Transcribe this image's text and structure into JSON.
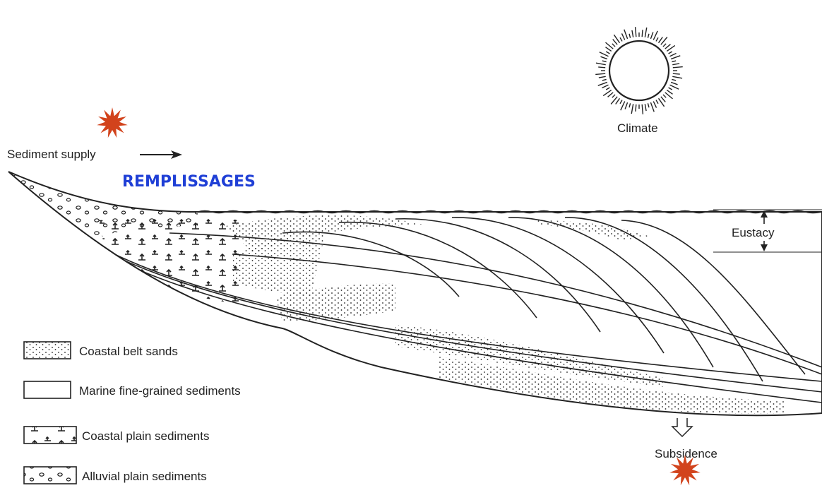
{
  "labels": {
    "climate": "Climate",
    "sediment_supply": "Sediment supply",
    "eustacy": "Eustacy",
    "subsidence": "Subsidence"
  },
  "title": "REMPLISSAGES",
  "legend": [
    {
      "label": "Coastal belt sands",
      "pattern": "sand-dots"
    },
    {
      "label": "Marine fine-grained sediments",
      "pattern": "blank"
    },
    {
      "label": "Coastal plain sediments",
      "pattern": "plant-symbols"
    },
    {
      "label": "Alluvial plain sediments",
      "pattern": "pebbles"
    }
  ],
  "colors": {
    "title": "#1f3fd6",
    "marker": "#d2431c",
    "ink": "#222222"
  }
}
